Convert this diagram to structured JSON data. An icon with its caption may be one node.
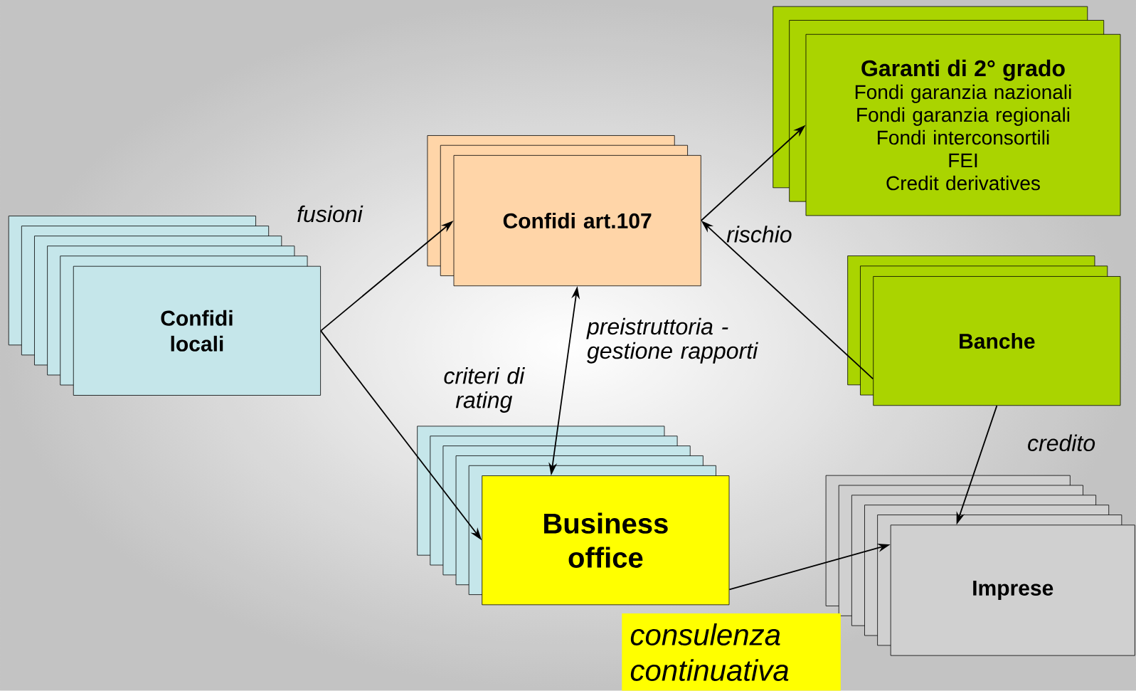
{
  "diagram": {
    "nodes": [
      {
        "text": [
          "Confidi locali"
        ]
      },
      {
        "text": [
          "Confidi art.107"
        ]
      },
      {
        "text": [
          "Garanti di 2° grado",
          "Fondi garanzia nazionali",
          "Fondi garanzia regionali",
          "Fondi interconsortili",
          "FEI",
          "Credit derivatives"
        ]
      },
      {
        "text": [
          "Banche"
        ]
      },
      {
        "text": [
          "Business office"
        ]
      },
      {
        "text": [
          "Imprese"
        ]
      },
      {
        "text": [
          "consulenza continuativa"
        ]
      }
    ],
    "edges": [
      {
        "from": 0,
        "to": 1,
        "arrow": "to",
        "label": "fusioni"
      },
      {
        "from": 0,
        "to": 4,
        "arrow": "to",
        "label": "criteri di rating"
      },
      {
        "from": 1,
        "to": 2,
        "arrow": "to"
      },
      {
        "from": 3,
        "to": 1,
        "arrow": "to",
        "label": "rischio"
      },
      {
        "from": 1,
        "to": 4,
        "arrow": "both",
        "label": "preistruttoria - gestione rapporti"
      },
      {
        "from": 3,
        "to": 5,
        "arrow": "to",
        "label": "credito"
      },
      {
        "from": 4,
        "to": 5,
        "arrow": "to"
      }
    ]
  }
}
